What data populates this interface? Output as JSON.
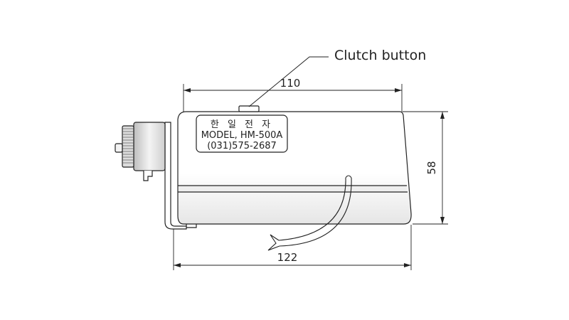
{
  "callout": {
    "clutch_button": "Clutch button"
  },
  "dimensions": {
    "top_width": "110",
    "bottom_width": "122",
    "height": "58"
  },
  "nameplate": {
    "company": "한 일 전 자",
    "model": "MODEL, HM-500A",
    "phone": "(031)575-2687"
  },
  "colors": {
    "line": "#222222",
    "body_fill": "#ffffff",
    "band_fill": "#d8d8d8"
  }
}
